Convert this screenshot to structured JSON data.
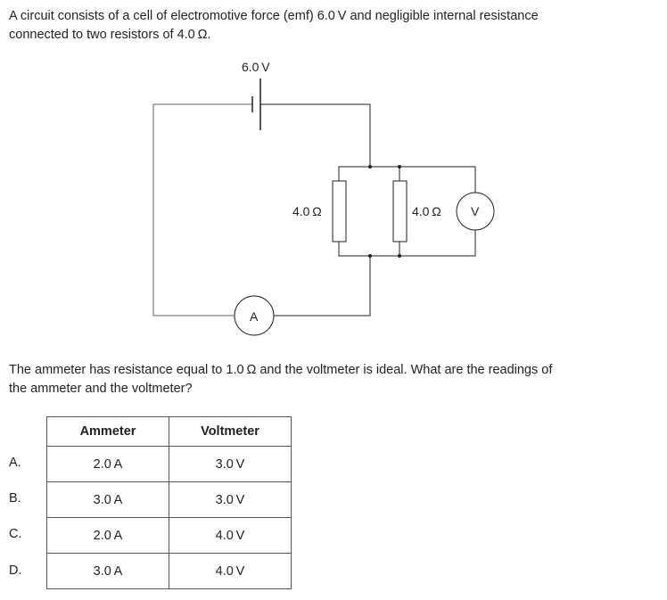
{
  "question_intro": [
    "A circuit consists of a cell of electromotive force (emf) 6.0 V and negligible internal resistance",
    "connected to two resistors of 4.0 Ω."
  ],
  "circuit": {
    "emf_label": "6.0 V",
    "resistor1_label": "4.0 Ω",
    "resistor2_label": "4.0 Ω",
    "voltmeter_symbol": "V",
    "ammeter_symbol": "A"
  },
  "question_prompt": [
    "The ammeter has resistance equal to 1.0 Ω and the voltmeter is ideal.  What are the readings of",
    "the ammeter and the voltmeter?"
  ],
  "table": {
    "headers": [
      "Ammeter",
      "Voltmeter"
    ],
    "rows": [
      {
        "option": "A.",
        "ammeter": "2.0 A",
        "voltmeter": "3.0 V"
      },
      {
        "option": "B.",
        "ammeter": "3.0 A",
        "voltmeter": "3.0 V"
      },
      {
        "option": "C.",
        "ammeter": "2.0 A",
        "voltmeter": "4.0 V"
      },
      {
        "option": "D.",
        "ammeter": "3.0 A",
        "voltmeter": "4.0 V"
      }
    ]
  }
}
